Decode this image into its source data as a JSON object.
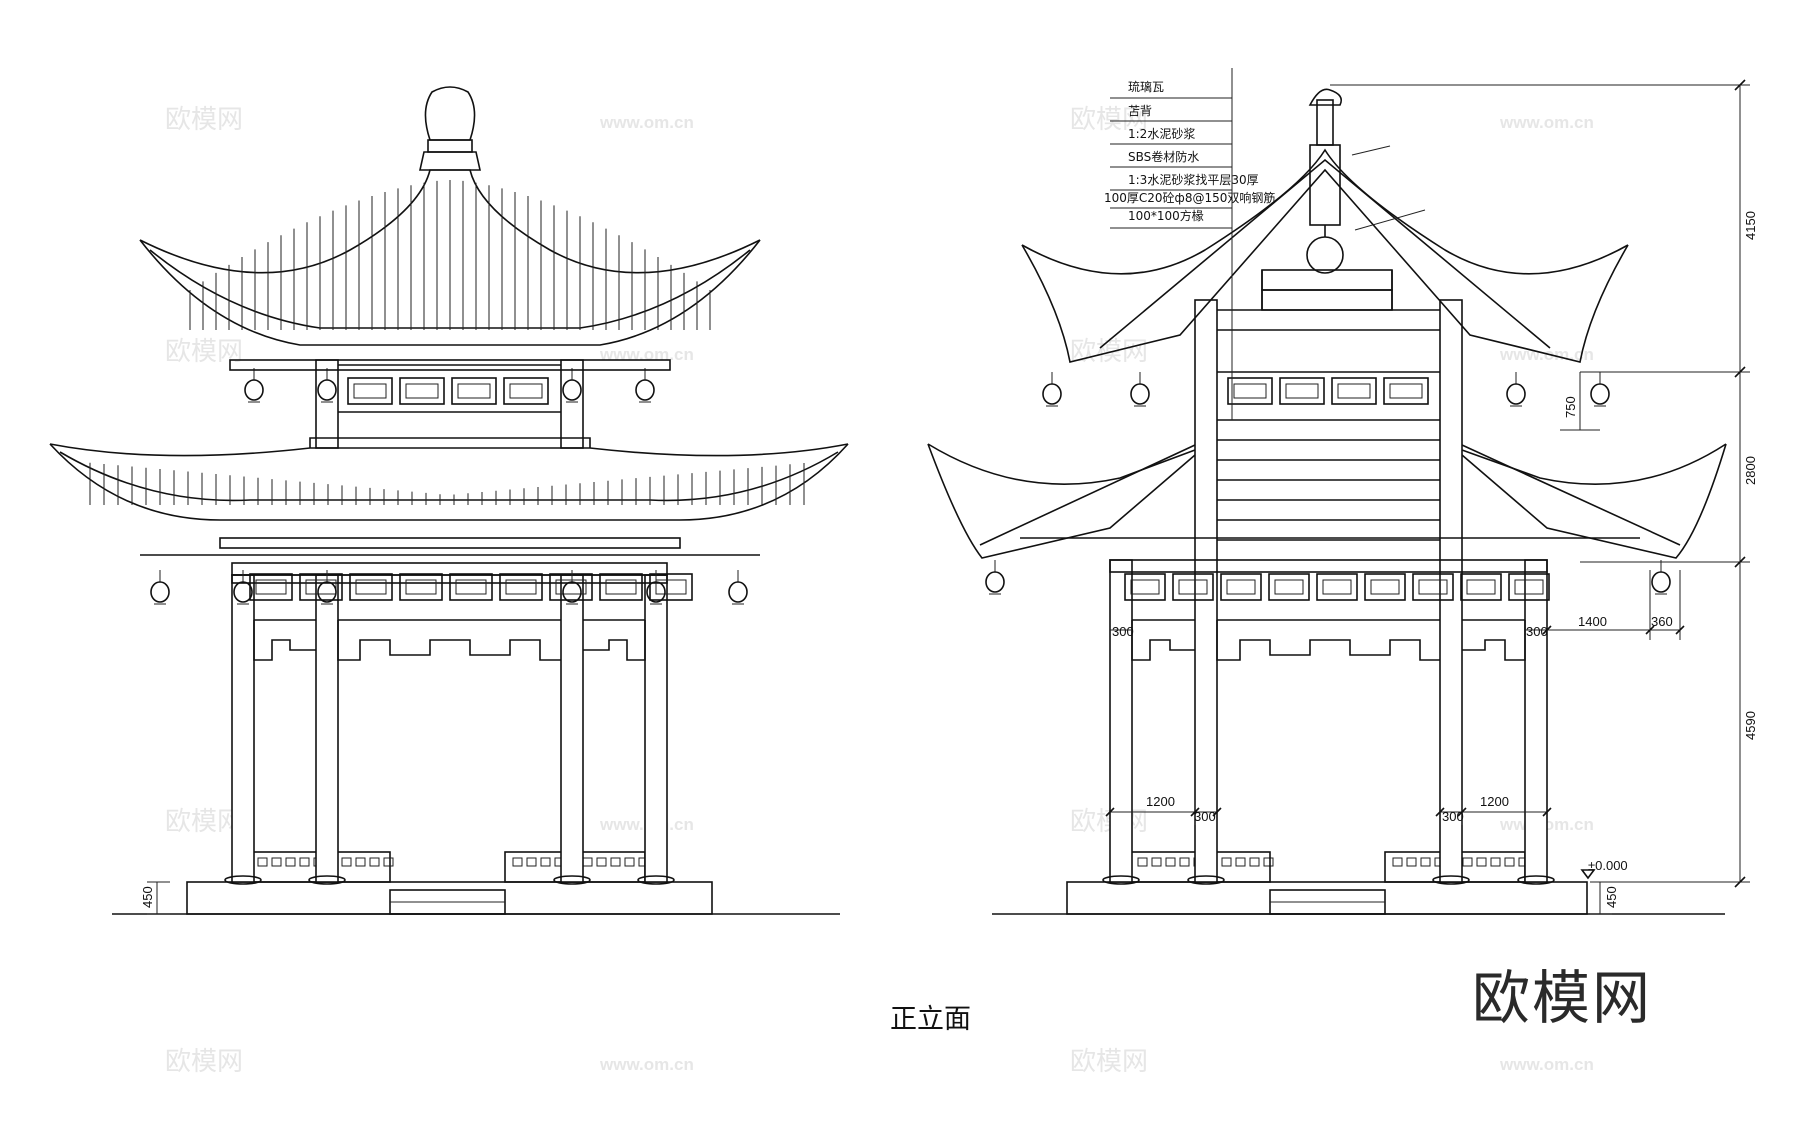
{
  "caption": "正立面",
  "brand": "欧模网",
  "watermark": {
    "text_cn": "欧模网",
    "url": "www.om.cn"
  },
  "layers": [
    "琉璃瓦",
    "苫背",
    "1:2水泥砂浆",
    "SBS卷材防水",
    "1:3水泥砂浆找平层30厚",
    "100厚C20砼ф8@150双响钢筋",
    "100*100方椽"
  ],
  "dimensions": {
    "right_vertical": [
      "4150",
      "2800",
      "4590"
    ],
    "bracket_height": "750",
    "eave_span": "1400",
    "eave_end": "360",
    "col_left_top": "300",
    "col_right_top": "300",
    "bay_left": "1200",
    "bay_left_col": "300",
    "bay_right_col": "300",
    "bay_right": "1200",
    "level": "±0.000",
    "base_left": "450",
    "base_right": "450"
  }
}
